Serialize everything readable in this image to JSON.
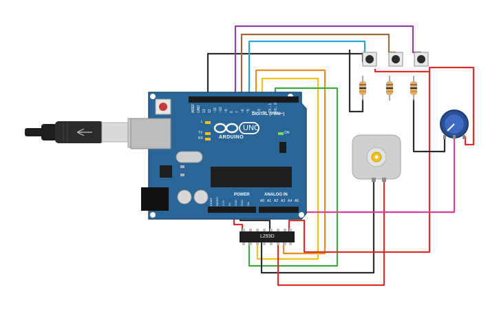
{
  "board": {
    "brand": "ARDUINO",
    "model": "UNO",
    "digital_header": "DIGITAL (PWM~)",
    "power_header": "POWER",
    "analog_header": "ANALOG IN",
    "led_l": "L",
    "led_tx": "TX",
    "led_rx": "RX",
    "led_on": "ON",
    "aref": "AREF",
    "gnd": "GND",
    "digital_pins": [
      "13",
      "12",
      "~11",
      "~10",
      "~9",
      "8",
      "7",
      "~6",
      "~5",
      "4",
      "~3",
      "2",
      "TX→1",
      "RX←0"
    ],
    "power_pins": [
      "IOREF",
      "RESET",
      "3.3V",
      "5V",
      "GND",
      "GND",
      "Vin"
    ],
    "analog_pins": [
      "A0",
      "A1",
      "A2",
      "A3",
      "A4",
      "A5"
    ]
  },
  "driver_ic": {
    "label": "L293D"
  },
  "colors": {
    "board": "#2a6597",
    "board_dark": "#1d4f79",
    "wire_red": "#e02b2b",
    "wire_black": "#2b2b2b",
    "wire_purple": "#8e3fa8",
    "wire_brown": "#9b6a3a",
    "wire_cyan": "#2aa3d8",
    "wire_orange": "#f08c1e",
    "wire_yellow": "#f2c21b",
    "wire_green": "#3fa93f",
    "wire_pink": "#d9409b"
  },
  "icons": {
    "usb_cable": "usb-plug-icon",
    "reset_button": "reset-button-icon",
    "motor": "dc-motor-icon",
    "potentiometer": "potentiometer-icon"
  }
}
